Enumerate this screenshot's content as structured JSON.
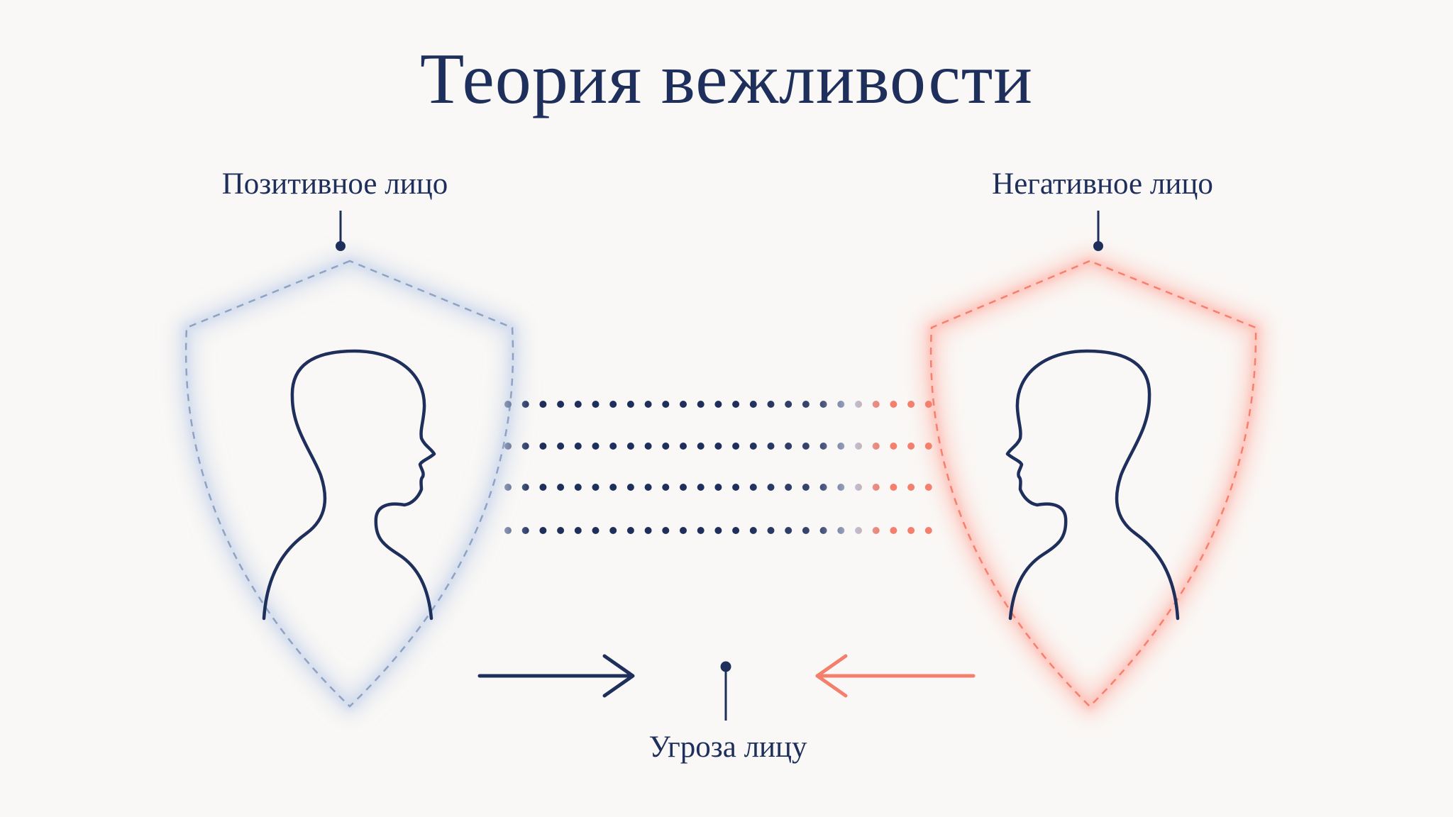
{
  "title": "Теория вежливости",
  "labels": {
    "positive_face": "Позитивное лицо",
    "negative_face": "Негативное лицо",
    "face_threat": "Угроза лицу"
  },
  "colors": {
    "background": "#faf8f6",
    "navy": "#1f2f5c",
    "positive_glow": "#9fb6dc",
    "positive_dash": "#8fa2c2",
    "negative_glow": "#ff8f7d",
    "negative_dash": "#f5806e",
    "coral": "#f47f6c"
  }
}
